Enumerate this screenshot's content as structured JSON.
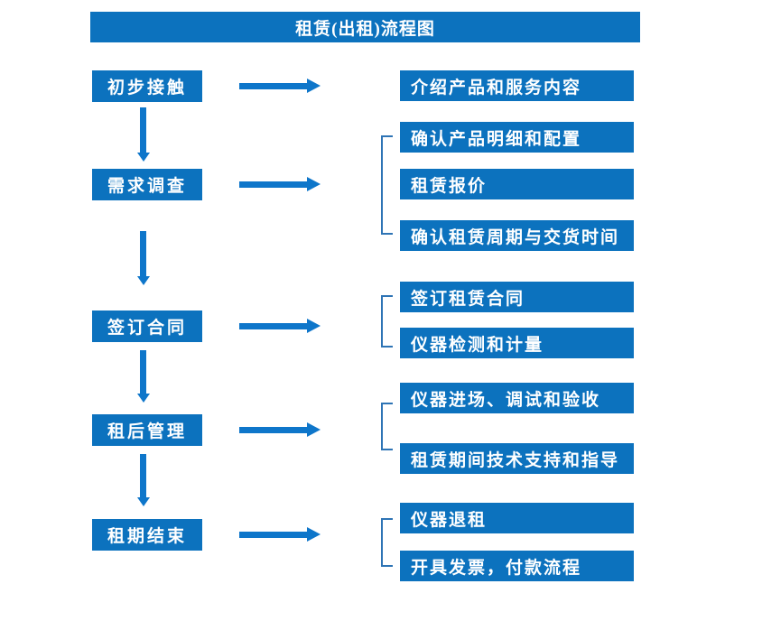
{
  "title": "租赁(出租)流程图",
  "colors": {
    "box_fill": "#0C72BE",
    "arrow": "#0E76CA",
    "bracket": "#2E74B5",
    "box_text": "#FFFFFF",
    "background": "#FFFFFF"
  },
  "flow": {
    "steps": [
      {
        "label": "初步接触",
        "targets": [
          "介绍产品和服务内容"
        ]
      },
      {
        "label": "需求调查",
        "targets": [
          "确认产品明细和配置",
          "租赁报价",
          "确认租赁周期与交货时间"
        ]
      },
      {
        "label": "签订合同",
        "targets": [
          "签订租赁合同",
          "仪器检测和计量"
        ]
      },
      {
        "label": "租后管理",
        "targets": [
          "仪器进场、调试和验收",
          "租赁期间技术支持和指导"
        ]
      },
      {
        "label": "租期结束",
        "targets": [
          "仪器退租",
          "开具发票，付款流程"
        ]
      }
    ]
  }
}
